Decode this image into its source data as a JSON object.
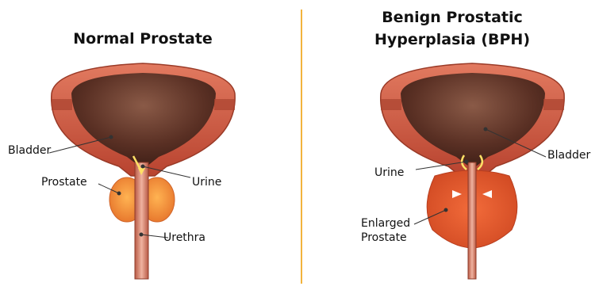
{
  "panels": [
    {
      "title": "Normal Prostate",
      "labels": {
        "bladder": "Bladder",
        "prostate": "Prostate",
        "urine": "Urine",
        "urethra": "Urethra"
      }
    },
    {
      "title_line1": "Benign Prostatic",
      "title_line2": "Hyperplasia (BPH)",
      "labels": {
        "bladder": "Bladder",
        "urine": "Urine",
        "enlarged_line1": "Enlarged",
        "enlarged_line2": "Prostate"
      }
    }
  ],
  "colors": {
    "divider": "#f2b33d",
    "bladder_wall": "#cf5a43",
    "bladder_inner": "#5a3024",
    "prostate": "#f29a3d",
    "arrow": "#ffe066"
  }
}
